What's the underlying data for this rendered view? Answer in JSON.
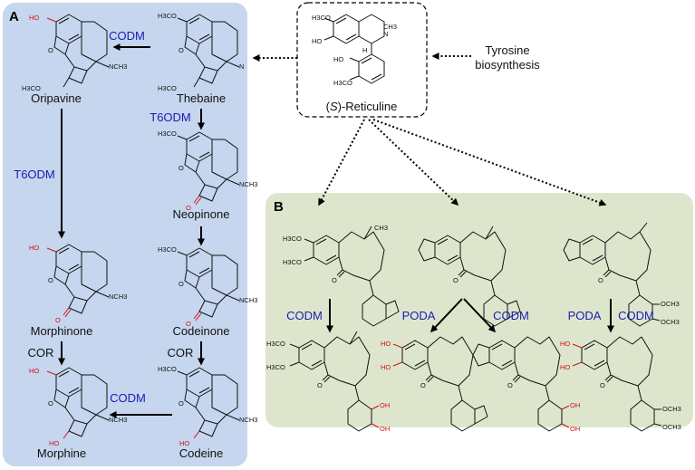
{
  "panels": {
    "a_label": "A",
    "b_label": "B"
  },
  "center": {
    "compound_prefix": "(",
    "compound_italic": "S",
    "compound_suffix": ")-Reticuline",
    "source_line1": "Tyrosine",
    "source_line2": "biosynthesis"
  },
  "compounds_a": {
    "oripavine": "Oripavine",
    "thebaine": "Thebaine",
    "neopinone": "Neopinone",
    "morphinone": "Morphinone",
    "codeinone": "Codeinone",
    "morphine": "Morphine",
    "codeine": "Codeine"
  },
  "enzymes_a": {
    "codm_top": "CODM",
    "t6odm_right": "T6ODM",
    "t6odm_left": "T6ODM",
    "cor_left": "COR",
    "cor_right": "COR",
    "codm_bottom": "CODM"
  },
  "enzymes_b": {
    "codm_1": "CODM",
    "poda_2": "PODA",
    "codm_2": "CODM",
    "poda_3": "PODA",
    "codm_3": "CODM"
  },
  "atoms": {
    "h3co": "H3CO",
    "och3": "OCH3",
    "ho": "HO",
    "oh": "OH",
    "o": "O",
    "nch3": "NCH3",
    "n": "N",
    "ch3": "CH3",
    "h": "H"
  },
  "colors": {
    "panel_a_fill": "#c5d6ee",
    "panel_b_fill": "#dde6cd",
    "enzyme_text": "#1a1ab4",
    "modification_red": "#d21010"
  }
}
